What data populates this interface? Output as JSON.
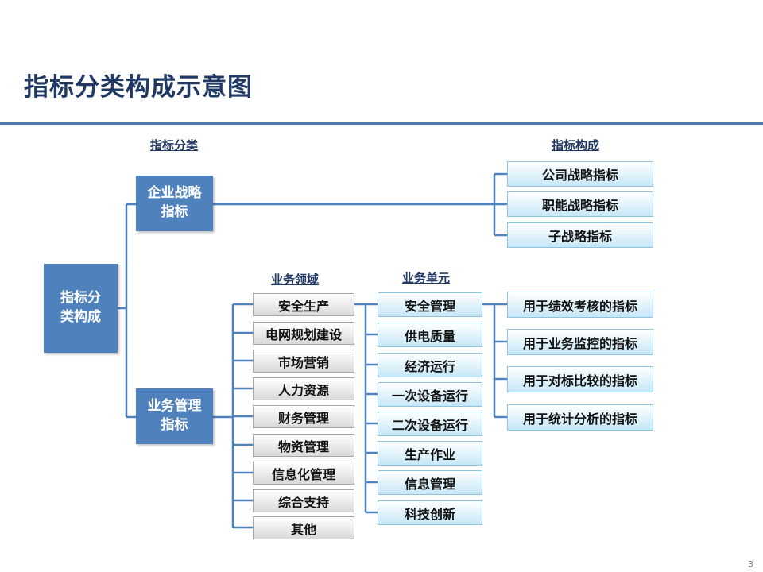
{
  "title": "指标分类构成示意图",
  "page_number": "3",
  "headers": {
    "category": "指标分类",
    "composition": "指标构成",
    "business_domain": "业务领域",
    "business_unit": "业务单元"
  },
  "root": "指标分\n类构成",
  "strategy_node": "企业战略\n指标",
  "management_node": "业务管理\n指标",
  "strategy_items": [
    "公司战略指标",
    "职能战略指标",
    "子战略指标"
  ],
  "business_domains": [
    "安全生产",
    "电网规划建设",
    "市场营销",
    "人力资源",
    "财务管理",
    "物资管理",
    "信息化管理",
    "综合支持",
    "其他"
  ],
  "business_units": [
    "安全管理",
    "供电质量",
    "经济运行",
    "一次设备运行",
    "二次设备运行",
    "生产作业",
    "信息管理",
    "科技创新"
  ],
  "purposes": [
    "用于绩效考核的指标",
    "用于业务监控的指标",
    "用于对标比较的指标",
    "用于统计分析的指标"
  ],
  "colors": {
    "title": "#1f3864",
    "accent": "#4f81bd",
    "rule": "#4f79b5"
  }
}
